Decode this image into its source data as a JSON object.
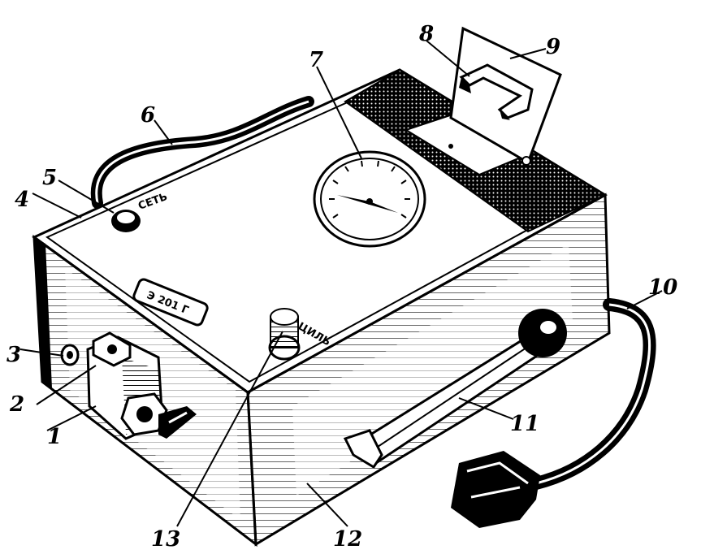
{
  "figure": {
    "labels": [
      "1",
      "2",
      "3",
      "4",
      "5",
      "6",
      "7",
      "8",
      "9",
      "10",
      "11",
      "12",
      "13"
    ],
    "panel_text": {
      "model_plate": "Э 201 Г",
      "switch_label": "СЕТЬ",
      "knob_label": "ЦИЛЬ"
    }
  }
}
